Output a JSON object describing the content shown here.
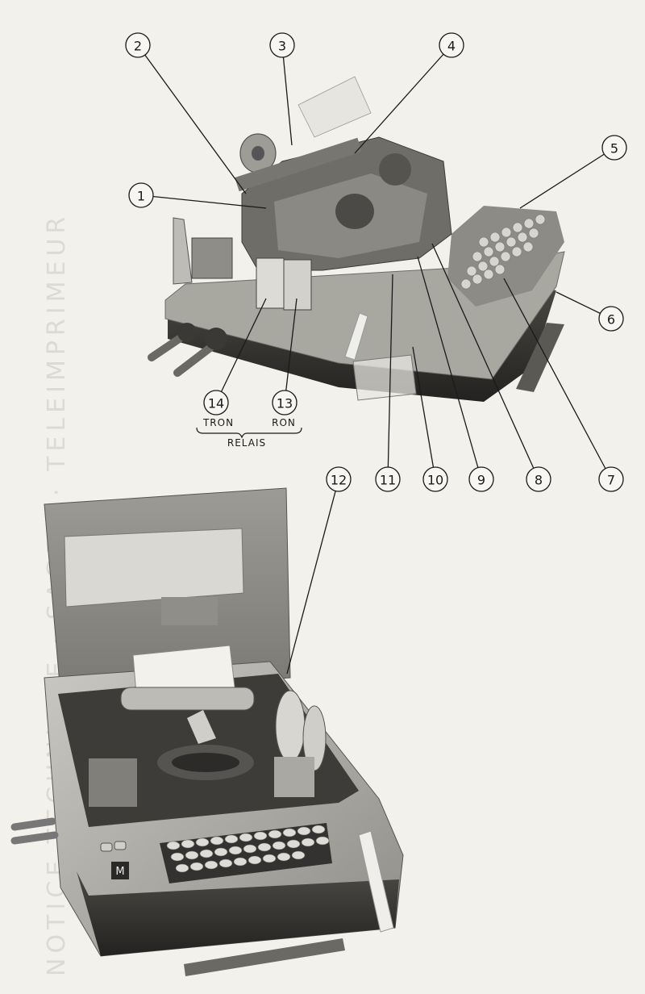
{
  "watermark": "NOTICE TECHNIQUE · SAGEM · TELEIMPRIMEUR",
  "callouts": [
    {
      "id": "1",
      "label": "1"
    },
    {
      "id": "2",
      "label": "2"
    },
    {
      "id": "3",
      "label": "3"
    },
    {
      "id": "4",
      "label": "4"
    },
    {
      "id": "5",
      "label": "5"
    },
    {
      "id": "6",
      "label": "6"
    },
    {
      "id": "7",
      "label": "7"
    },
    {
      "id": "8",
      "label": "8"
    },
    {
      "id": "9",
      "label": "9"
    },
    {
      "id": "10",
      "label": "10"
    },
    {
      "id": "11",
      "label": "11"
    },
    {
      "id": "12",
      "label": "12"
    },
    {
      "id": "13",
      "label": "13"
    },
    {
      "id": "14",
      "label": "14"
    }
  ],
  "relays": {
    "left_label": "TRON",
    "right_label": "RON",
    "group_label": "RELAIS"
  },
  "figures": {
    "top": "teleprinter-mechanism-uncovered",
    "bottom": "teleprinter-in-case-cover-open"
  },
  "colors": {
    "paper": "#f2f1ec",
    "ink": "#1a1a1a",
    "machine_light": "#b9b7b0",
    "machine_dark": "#3b3a37"
  }
}
